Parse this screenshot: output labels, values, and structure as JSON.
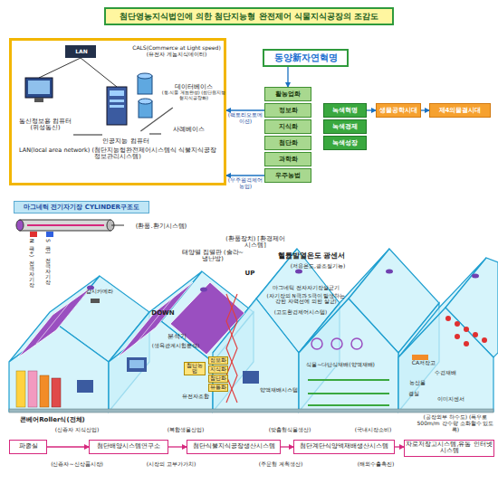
{
  "diagram": {
    "title": "첨단영농지식법인에 의한 첨단지능형 완전제어 식물지식공장의 조감도",
    "nodes": [
      {
        "text": [
          "LAN(local area network) (첨단지능형완전제어시스템식 식물지식공장정보관리시스템)"
        ]
      },
      {
        "text": [
          "통신정보용 컴퓨터 (위성통신)"
        ],
        "in": 0
      },
      {
        "text": [
          "인공지능 컴퓨터"
        ],
        "in": 0
      },
      {
        "text": [
          "데이터베이스",
          "(동.식물 게놈완성) (첨단원지능형지식공장화)"
        ],
        "in": 0
      },
      {
        "text": [
          "사례베이스"
        ],
        "in": 0
      },
      {
        "text": [
          "동양新자연혁명"
        ]
      },
      {
        "text": [
          "활농업화"
        ]
      },
      {
        "text": [
          "정보화"
        ]
      },
      {
        "text": [
          "지식화"
        ]
      },
      {
        "text": [
          "첨단화"
        ]
      },
      {
        "text": [
          "과학화"
        ]
      },
      {
        "text": [
          "우주농법"
        ]
      },
      {
        "text": [
          "녹색혁명"
        ]
      },
      {
        "text": [
          "녹색경제"
        ]
      },
      {
        "text": [
          "녹색성장"
        ]
      },
      {
        "text": [
          "생물공학시대"
        ]
      },
      {
        "text": [
          "제4의물결시대"
        ]
      },
      {
        "text": [
          "마그네틱 전기자기장 CYLINDER구조도"
        ]
      },
      {
        "text": [
          "첨단농법"
        ]
      },
      {
        "text": [
          "정보화"
        ]
      },
      {
        "text": [
          "지식화"
        ]
      },
      {
        "text": [
          "첨단화"
        ]
      },
      {
        "text": [
          "유통화"
        ]
      },
      {
        "text": [
          "파종실"
        ]
      },
      {
        "text": [
          "첨단배양시스템연구소"
        ]
      },
      {
        "text": [
          "첨단식물지식공장생산시스템"
        ]
      },
      {
        "text": [
          "첨단계단식양액재배생산시스템"
        ]
      },
      {
        "text": [
          "자로저장고시스템,유통 인터넷시스템"
        ]
      }
    ],
    "edges": [
      {
        "from": 1,
        "to": 2,
        "arrow": "none"
      },
      {
        "from": 2,
        "to": 3,
        "arrow": "none"
      },
      {
        "from": 2,
        "to": 4,
        "arrow": "none"
      },
      {
        "from": 5,
        "to": 6,
        "arrow": "to"
      },
      {
        "from": 12,
        "to": 15,
        "arrow": "to"
      },
      {
        "from": 15,
        "to": 16,
        "arrow": "to"
      },
      {
        "from": 7,
        "to": 0,
        "label": "(팩토리오토메이션)",
        "arrow": "to"
      },
      {
        "from": 11,
        "to": 0,
        "label": "(우주원격제어농업)",
        "arrow": "to"
      },
      {
        "from": 23,
        "to": 24,
        "arrow": "to"
      },
      {
        "from": 24,
        "to": 25,
        "arrow": "to"
      },
      {
        "from": 25,
        "to": 26,
        "arrow": "to"
      },
      {
        "from": 26,
        "to": 27,
        "arrow": "to"
      }
    ],
    "labels": [
      "LAN",
      "CALS(Commerce at Light speed) (유전자 게놈지식데이터)",
      "(환풍.환기시스템)",
      "N극(+)전극자기장",
      "S극(-)전극자기장",
      "태양열 집열판 (솔라~냉난방)",
      "감시카메라",
      "(환풍장치) [환경제어시스템]",
      "UP",
      "DOWN",
      "헬륨발열온도 광센서",
      "(저용온도,광조절기능)",
      "마그네틱 전자자기장살균기",
      "(자기장의 N극과 S극이 발생하는 강한 자력선에 의한 살균)",
      "(고도환경제어시스템)",
      "분석기",
      "(생육관계시험분석)",
      "유전자조합",
      "양액재배시스템",
      "식물~다단식재배(양액재배)",
      "CA저장고",
      "수경재배",
      "농산물",
      "결실",
      "이미지센서",
      "콘베어Roller식(전체)",
      "(공장외부 하수도) (폭우로 500m/m 강수량 소화할수 있도록)",
      "(신종자 지식산업)",
      "(복합생물산업)",
      "(맞춤형식물생산)",
      "(국내시장소비)",
      "(신종자~신상품시장)",
      "(시장의 고부가가치)",
      "(주문형 계획생산)",
      "(해외수출촉진)"
    ]
  }
}
